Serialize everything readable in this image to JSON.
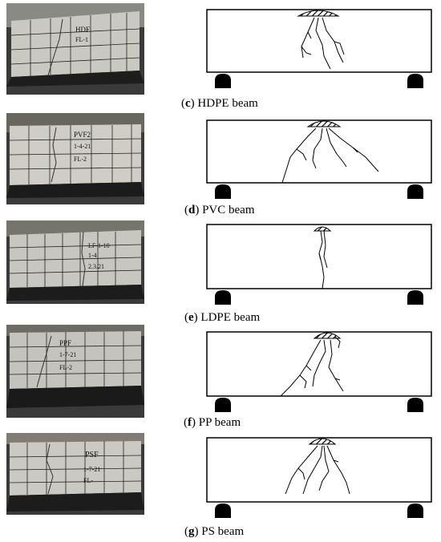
{
  "figure": {
    "panels": [
      {
        "id": "c",
        "label_letter": "c",
        "caption_text": " HDPE beam",
        "specimen_marks": [
          "HDF",
          "FL-1"
        ]
      },
      {
        "id": "d",
        "label_letter": "d",
        "caption_text": " PVC beam",
        "specimen_marks": [
          "PVF2",
          "1-4-21",
          "FL-2"
        ]
      },
      {
        "id": "e",
        "label_letter": "e",
        "caption_text": " LDPE beam",
        "specimen_marks": [
          "LF-1-10",
          "1-4",
          "2.3.21"
        ]
      },
      {
        "id": "f",
        "label_letter": "f",
        "caption_text": " PP beam",
        "specimen_marks": [
          "PPF",
          "1-7-21",
          "FL-2"
        ]
      },
      {
        "id": "g",
        "label_letter": "g",
        "caption_text": " PS beam",
        "specimen_marks": [
          "PSF",
          "1-7-21",
          "FL-"
        ]
      }
    ]
  },
  "colors": {
    "concrete": "#c9c9c2",
    "machine": "#2a2a2a",
    "crack_line": "#000000",
    "support": "#000000"
  }
}
